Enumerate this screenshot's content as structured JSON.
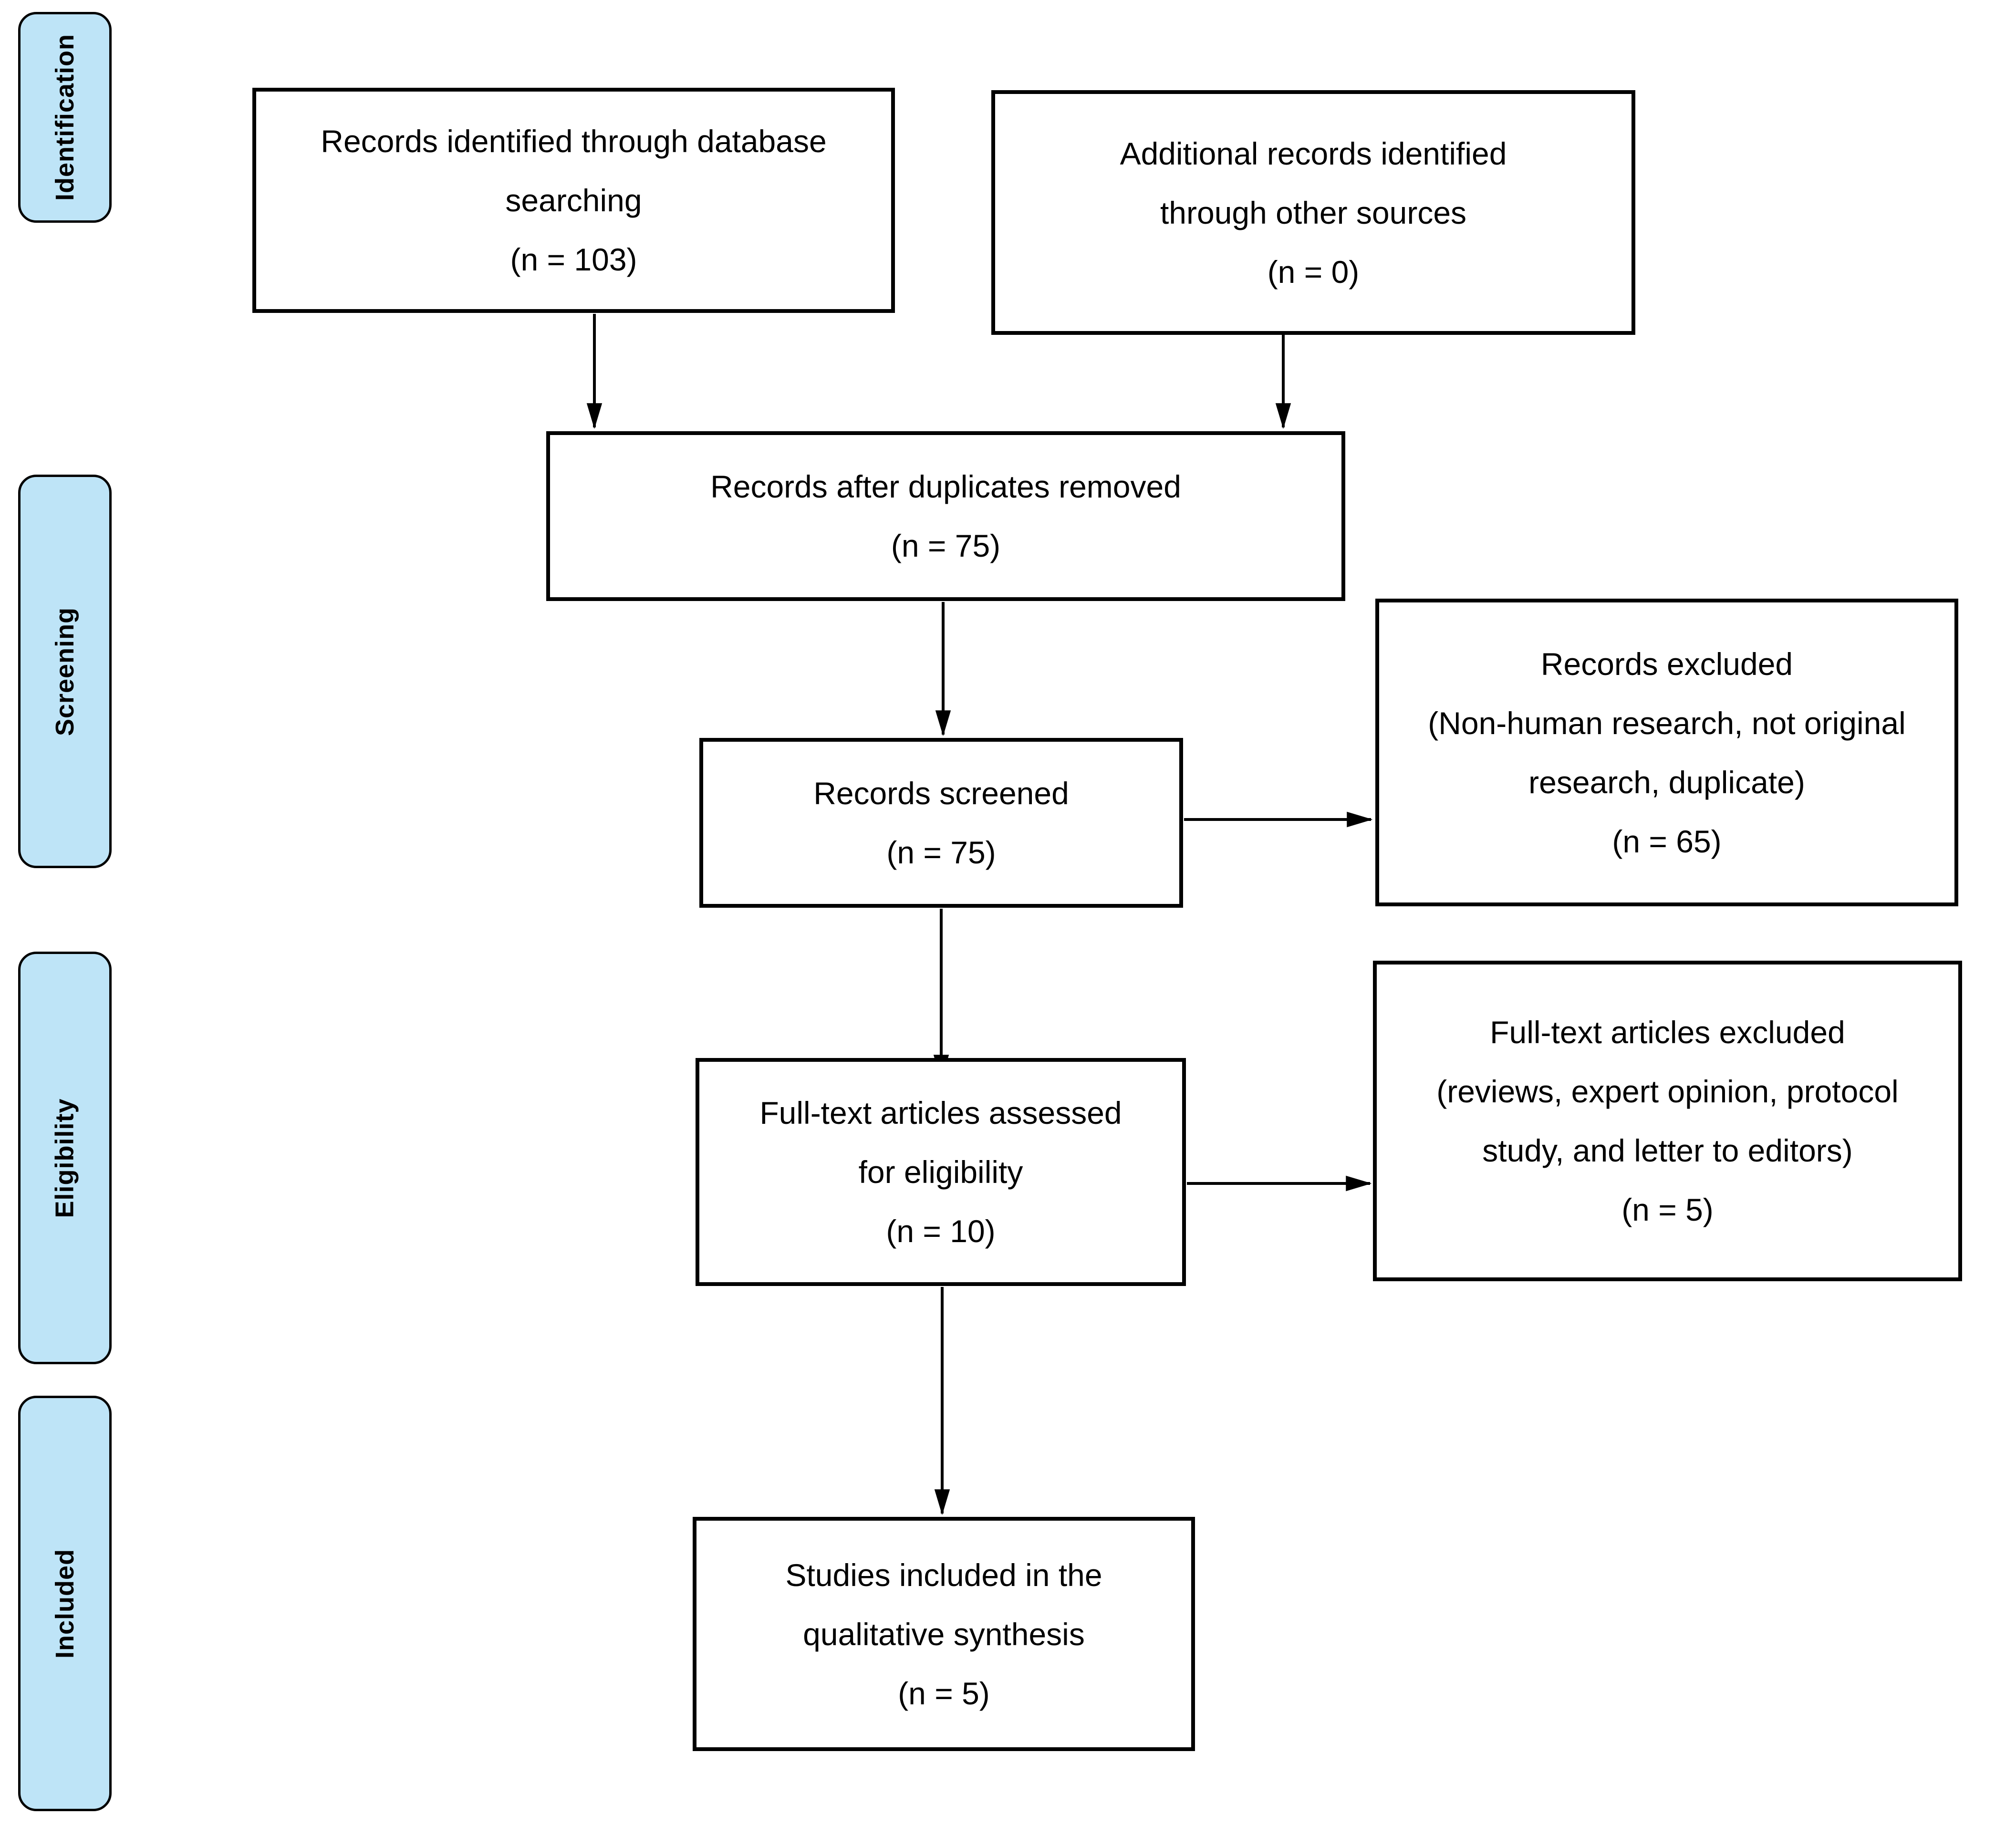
{
  "diagram": {
    "kind": "prisma-flow-diagram",
    "background_color": "#ffffff",
    "box_border_color": "#000000",
    "stage_fill_color": "#bee4f7",
    "stage_border_color": "#000000",
    "text_color": "#000000"
  },
  "stages": [
    {
      "id": "identification",
      "label": "Identification"
    },
    {
      "id": "screening",
      "label": "Screening"
    },
    {
      "id": "eligibility",
      "label": "Eligibility"
    },
    {
      "id": "included",
      "label": "Included"
    }
  ],
  "boxes": {
    "identified": {
      "lines": [
        "Records identified through database",
        "searching",
        "(n = 103)"
      ],
      "n": 103
    },
    "additional": {
      "lines": [
        "Additional records identified",
        "through other sources",
        "(n = 0)"
      ],
      "n": 0
    },
    "deduplicated": {
      "lines": [
        "Records after duplicates removed",
        "(n = 75)"
      ],
      "n": 75
    },
    "screened": {
      "lines": [
        "Records screened",
        "(n = 75)"
      ],
      "n": 75
    },
    "records_excluded": {
      "lines": [
        "Records excluded",
        "(Non-human research, not original",
        "research, duplicate)",
        "(n = 65)"
      ],
      "n": 65
    },
    "fulltext_assessed": {
      "lines": [
        "Full-text articles assessed",
        "for eligibility",
        "(n = 10)"
      ],
      "n": 10
    },
    "fulltext_excluded": {
      "lines": [
        "Full-text articles excluded",
        "(reviews, expert opinion, protocol",
        "study, and letter to editors)",
        "(n = 5)"
      ],
      "n": 5
    },
    "included_studies": {
      "lines": [
        "Studies included in the",
        "qualitative synthesis",
        "(n = 5)"
      ],
      "n": 5
    }
  },
  "edges": [
    {
      "from": "identified",
      "to": "deduplicated"
    },
    {
      "from": "additional",
      "to": "deduplicated"
    },
    {
      "from": "deduplicated",
      "to": "screened"
    },
    {
      "from": "screened",
      "to": "records_excluded"
    },
    {
      "from": "screened",
      "to": "fulltext_assessed"
    },
    {
      "from": "fulltext_assessed",
      "to": "fulltext_excluded"
    },
    {
      "from": "fulltext_assessed",
      "to": "included_studies"
    }
  ]
}
